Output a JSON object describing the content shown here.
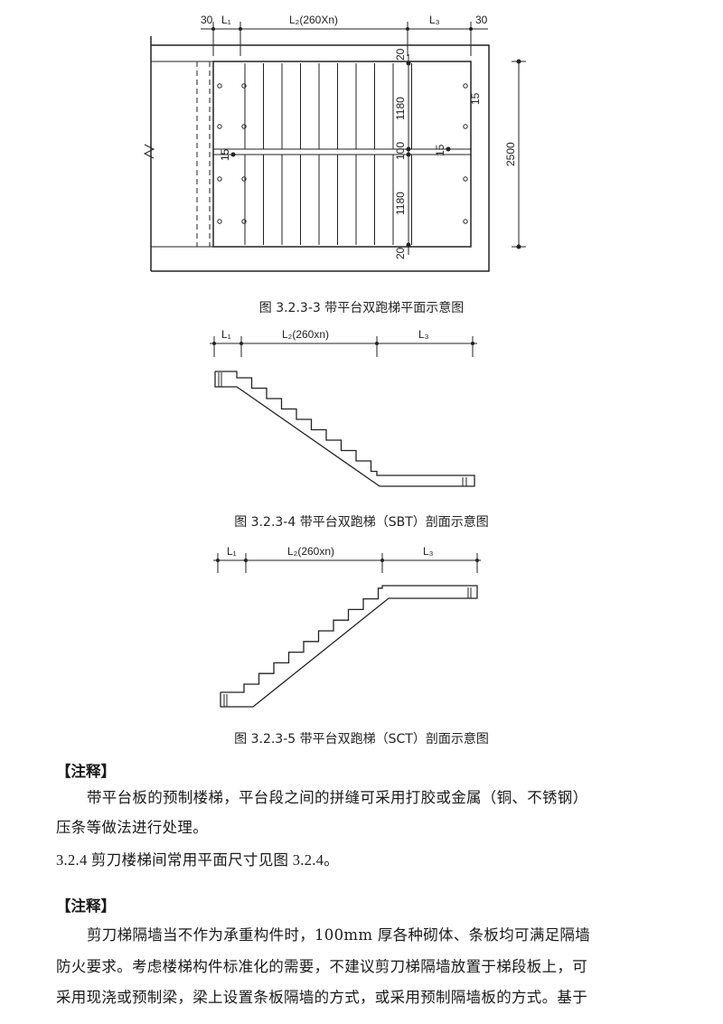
{
  "figure1": {
    "caption": "图 3.2.3-3 带平台双跑梯平面示意图",
    "dim_30_left": "30",
    "dim_L1": "L₁",
    "dim_L2": "L₂(260Xn)",
    "dim_L3": "L₃",
    "dim_30_right": "30",
    "dim_20_top": "20",
    "dim_1180_upper": "1180",
    "dim_100": "100",
    "dim_1180_lower": "1180",
    "dim_20_bottom": "20",
    "dim_15_left": "15",
    "dim_15_mid": "15",
    "dim_15_right": "15",
    "dim_2500": "2500"
  },
  "figure2": {
    "caption": "图 3.2.3-4 带平台双跑梯（SBT）剖面示意图",
    "dim_L1": "L₁",
    "dim_L2": "L₂(260xn)",
    "dim_L3": "L₃"
  },
  "figure3": {
    "caption": "图 3.2.3-5 带平台双跑梯（SCT）剖面示意图",
    "dim_L1": "L₁",
    "dim_L2": "L₂(260xn)",
    "dim_L3": "L₃"
  },
  "note1": {
    "heading": "【注释】",
    "line1": "带平台板的预制楼梯，平台段之间的拼缝可采用打胶或金属（铜、不锈钢）",
    "line2": "压条等做法进行处理。"
  },
  "section": {
    "line": "3.2.4 剪刀楼梯间常用平面尺寸见图 3.2.4。"
  },
  "note2": {
    "heading": "【注释】",
    "line1": "剪刀梯隔墙当不作为承重构件时，100mm 厚各种砌体、条板均可满足隔墙",
    "line2": "防火要求。考虑楼梯构件标准化的需要，不建议剪刀梯隔墙放置于梯段板上，可",
    "line3": "采用现浇或预制梁，梁上设置条板隔墙的方式，或采用预制隔墙板的方式。基于"
  }
}
